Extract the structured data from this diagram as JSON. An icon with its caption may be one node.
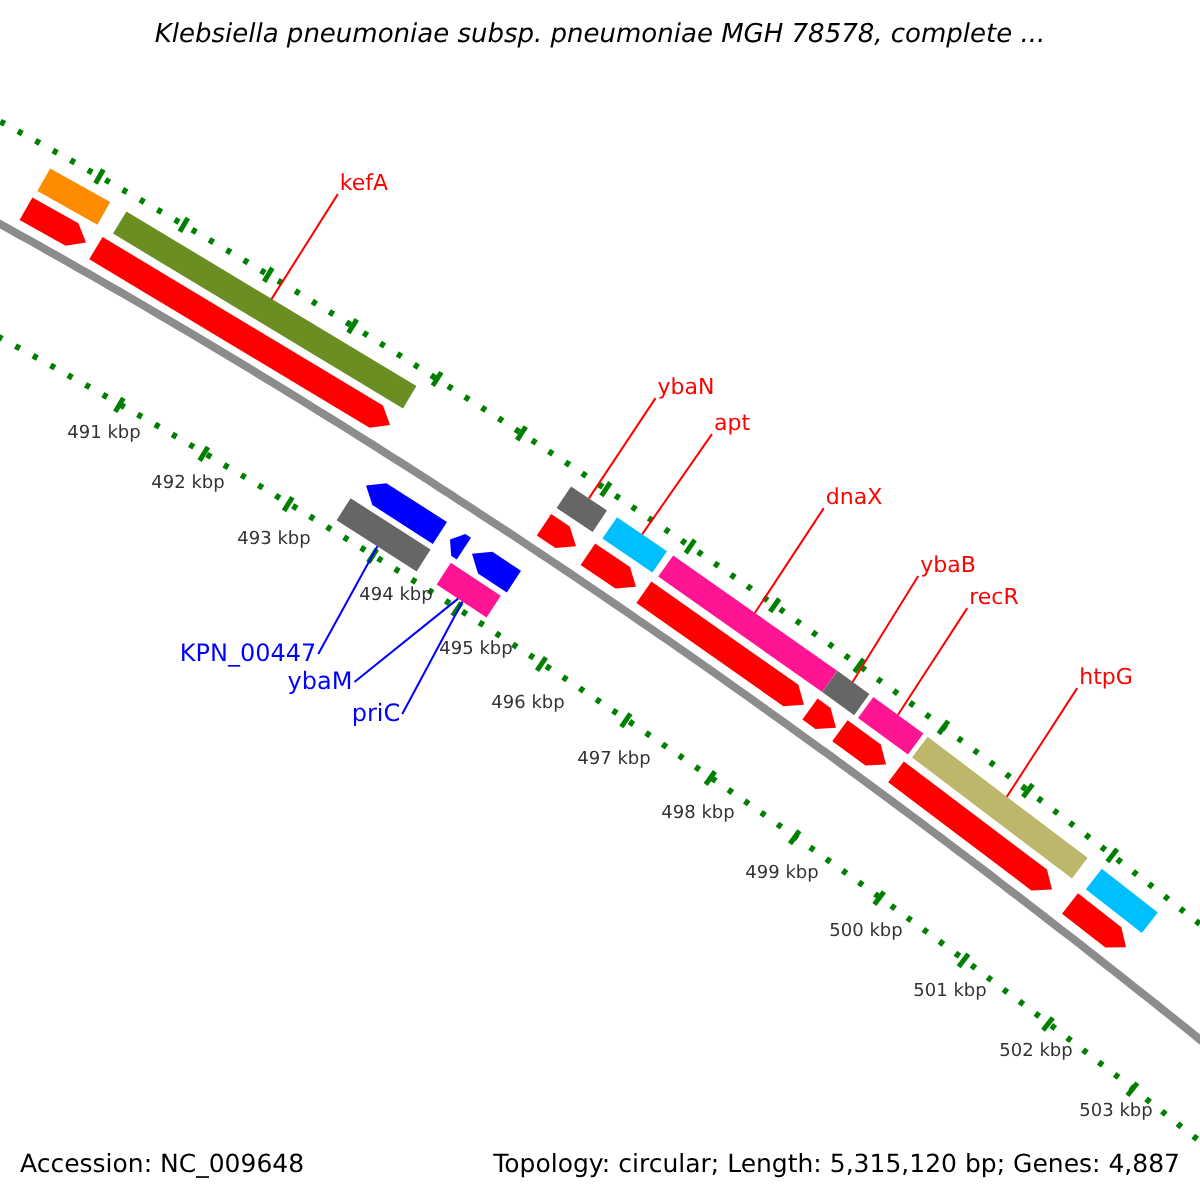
{
  "diagram": {
    "title": "Klebsiella pneumoniae subsp. pneumoniae MGH 78578, complete ...",
    "nodes": [
      {
        "text": [
          "kefA"
        ]
      },
      {
        "text": [
          "ybaN"
        ]
      },
      {
        "text": [
          "apt"
        ]
      },
      {
        "text": [
          "dnaX"
        ]
      },
      {
        "text": [
          "ybaB"
        ]
      },
      {
        "text": [
          "recR"
        ]
      },
      {
        "text": [
          "htpG"
        ]
      },
      {
        "text": [
          "KPN_00447"
        ]
      },
      {
        "text": [
          "ybaM"
        ]
      },
      {
        "text": [
          "priC"
        ]
      },
      {
        "text": [],
        "shape": "arrow"
      },
      {
        "text": [],
        "shape": "bar"
      },
      {
        "text": [],
        "shape": "arrow"
      },
      {
        "text": [],
        "shape": "bar"
      },
      {
        "text": [],
        "shape": "bar"
      },
      {
        "text": [],
        "shape": "arrow"
      },
      {
        "text": [],
        "shape": "bar"
      },
      {
        "text": [],
        "shape": "arrow"
      },
      {
        "text": [],
        "shape": "arrow"
      },
      {
        "text": [],
        "shape": "arrow"
      },
      {
        "text": [],
        "shape": "bar"
      },
      {
        "text": [],
        "shape": "arrow"
      },
      {
        "text": [],
        "shape": "bar"
      },
      {
        "text": [],
        "shape": "arrow"
      },
      {
        "text": [],
        "shape": "bar"
      },
      {
        "text": [],
        "shape": "arrow"
      },
      {
        "text": [],
        "shape": "bar"
      },
      {
        "text": [],
        "shape": "arrow"
      },
      {
        "text": [],
        "shape": "bar"
      },
      {
        "text": [],
        "shape": "arrow"
      },
      {
        "text": [],
        "shape": "bar"
      },
      {
        "text": [],
        "shape": "arrow"
      },
      {
        "text": [],
        "shape": "bar"
      }
    ],
    "edges": [
      {
        "from": 0,
        "to": 13,
        "arrow": "none"
      },
      {
        "from": 1,
        "to": 20,
        "arrow": "none"
      },
      {
        "from": 2,
        "to": 22,
        "arrow": "none"
      },
      {
        "from": 3,
        "to": 24,
        "arrow": "none"
      },
      {
        "from": 4,
        "to": 26,
        "arrow": "none"
      },
      {
        "from": 5,
        "to": 28,
        "arrow": "none"
      },
      {
        "from": 6,
        "to": 30,
        "arrow": "none"
      },
      {
        "from": 7,
        "to": 14,
        "arrow": "none",
        "color": "#0000ff"
      },
      {
        "from": 8,
        "to": 16,
        "arrow": "none",
        "color": "#0000ff"
      },
      {
        "from": 9,
        "to": 16,
        "arrow": "none",
        "color": "#0000ff"
      }
    ],
    "labels": [
      "491 kbp",
      "492 kbp",
      "493 kbp",
      "494 kbp",
      "495 kbp",
      "496 kbp",
      "497 kbp",
      "498 kbp",
      "499 kbp",
      "500 kbp",
      "501 kbp",
      "502 kbp",
      "503 kbp",
      "Accession: NC_009648",
      "Topology: circular; Length: 5,315,120 bp; Genes: 4,887"
    ]
  }
}
